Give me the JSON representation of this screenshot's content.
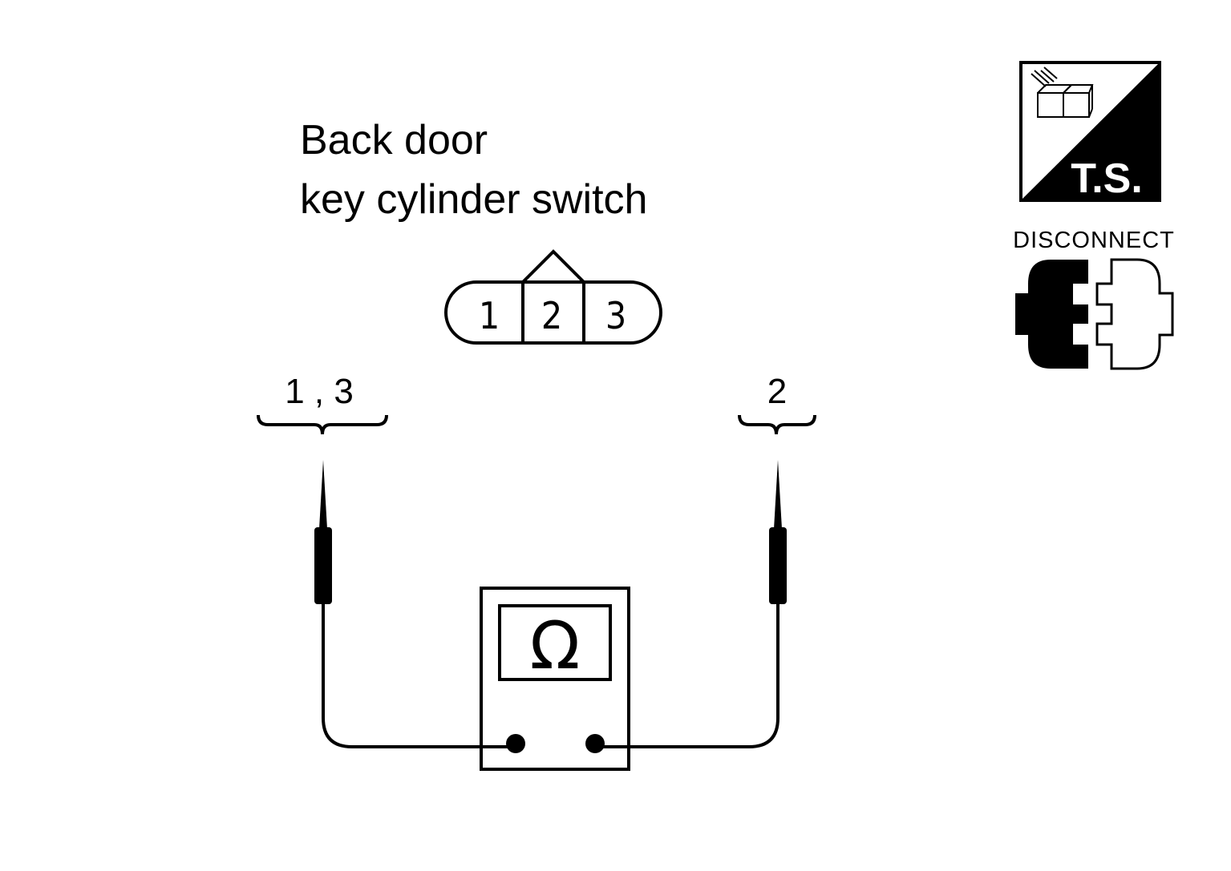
{
  "title": {
    "line1": "Back door",
    "line2": "key cylinder switch"
  },
  "connector": {
    "pins": [
      "1",
      "2",
      "3"
    ]
  },
  "probes": {
    "left_label": "1 , 3",
    "right_label": "2"
  },
  "meter": {
    "symbol": "Ω",
    "type": "ohmmeter"
  },
  "icons": {
    "ts_label": "T.S.",
    "disconnect_label": "DISCONNECT"
  }
}
